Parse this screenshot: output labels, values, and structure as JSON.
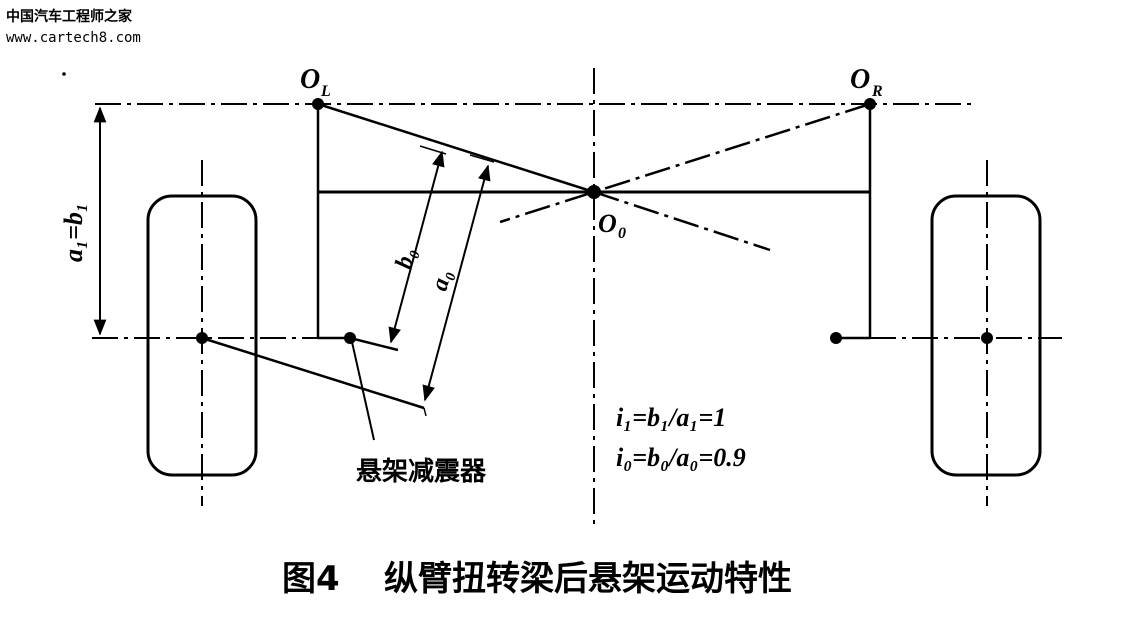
{
  "watermark": {
    "site_name": "中国汽车工程师之家",
    "url": "www.cartech8.com"
  },
  "labels": {
    "pivot_left": "O",
    "pivot_left_sub": "L",
    "pivot_right": "O",
    "pivot_right_sub": "R",
    "roll_center": "O",
    "roll_center_sub": "0",
    "dim_a1_b1": "a₁=b₁",
    "dim_b0": "b₀",
    "dim_a0": "a₀",
    "shock_absorber": "悬架减震器",
    "formula_1": "i₁=b₁/a₁=1",
    "formula_2": "i₀=b₀/a₀=0.9"
  },
  "caption": {
    "figure_number": "图4",
    "title": "纵臂扭转梁后悬架运动特性"
  }
}
